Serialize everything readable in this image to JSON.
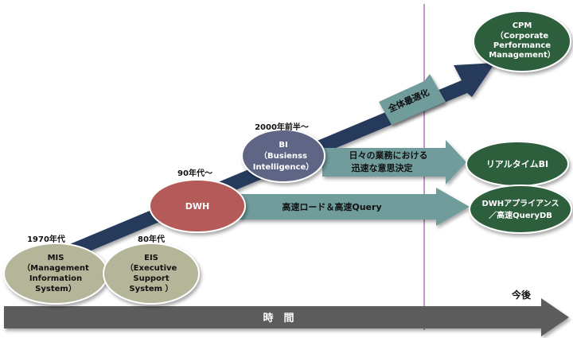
{
  "eras": {
    "e1970": "1970年代",
    "e80": "80年代",
    "e90": "90年代～",
    "e2000": "2000年前半～",
    "future": "今後"
  },
  "nodes": {
    "mis": [
      "MIS",
      "（Management",
      "Information",
      "System）"
    ],
    "eis": [
      "EIS",
      "（Executive",
      "Support",
      "System ）"
    ],
    "dwh": [
      "DWH"
    ],
    "bi": [
      "BI",
      "（Busienss",
      "Intelligence）"
    ],
    "cpm": [
      "CPM",
      "（Corporate",
      "Performance",
      "Management）"
    ],
    "realtime_bi": [
      "リアルタイムBI"
    ],
    "dwh_appliance": [
      "DWHアプライアンス",
      "／高速QueryDB"
    ]
  },
  "arrows": {
    "optimize": "全体最適化",
    "daily": [
      "日々の業務における",
      "迅速な意思決定"
    ],
    "fast_load": "高速ロード＆高速Query",
    "time": "時　間"
  },
  "colors": {
    "olive": "#b5b59a",
    "dwh_red": "#b45a58",
    "bi_blue": "#5f6585",
    "dark_green": "#2e5e3c",
    "teal_arrow": "#6f9d9c",
    "navy_arrow": "#253a5c",
    "time_arrow": "#5c5c5c",
    "divider": "#c496c9"
  }
}
